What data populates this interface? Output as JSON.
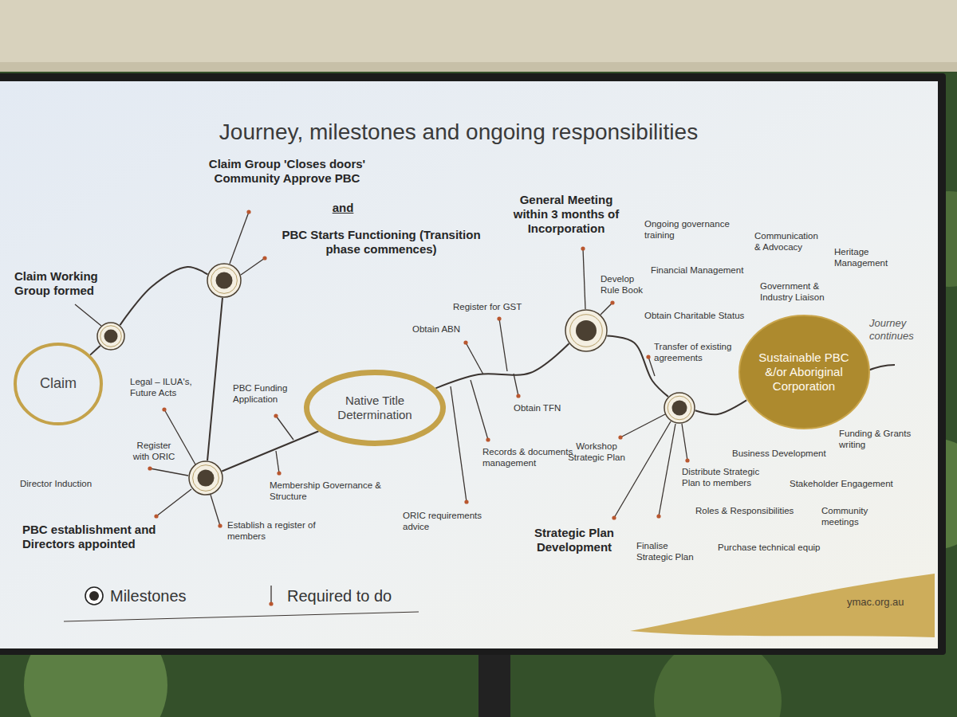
{
  "diagram": {
    "title": "Journey, milestones and ongoing responsibilities",
    "nodes": [
      {
        "text": [
          "Claim"
        ]
      },
      {
        "text": [
          "Claim Working Group formed"
        ]
      },
      {
        "text": [
          "Claim Group 'Closes doors' Community Approve PBC",
          "and",
          "PBC Starts Functioning (Transition phase commences)"
        ]
      },
      {
        "text": [
          "PBC establishment and Directors appointed"
        ]
      },
      {
        "text": [
          "Native Title Determination"
        ]
      },
      {
        "text": [
          "General Meeting within 3 months of Incorporation"
        ]
      },
      {
        "text": [
          "Strategic Plan Development"
        ]
      },
      {
        "text": [
          "Sustainable PBC &/or Aboriginal Corporation"
        ]
      }
    ],
    "edges": [
      {
        "from": 0,
        "to": 1,
        "arrow": "none"
      },
      {
        "from": 1,
        "to": 2,
        "arrow": "none"
      },
      {
        "from": 2,
        "to": 3,
        "arrow": "none"
      },
      {
        "from": 3,
        "to": 4,
        "arrow": "none"
      },
      {
        "from": 4,
        "to": 5,
        "arrow": "none"
      },
      {
        "from": 5,
        "to": 6,
        "arrow": "none"
      },
      {
        "from": 6,
        "to": 7,
        "arrow": "none"
      }
    ],
    "labels": [
      "Legal – ILUA's, Future Acts",
      "PBC Funding Application",
      "Register with ORIC",
      "Director Induction",
      "Membership Governance & Structure",
      "Establish a register of members",
      "Obtain ABN",
      "Register for GST",
      "Obtain TFN",
      "Records & documents management",
      "ORIC requirements advice",
      "Develop Rule Book",
      "Ongoing governance training",
      "Communication & Advocacy",
      "Heritage Management",
      "Financial Management",
      "Government & Industry Liaison",
      "Obtain Charitable Status",
      "Transfer of existing agreements",
      "Workshop Strategic Plan",
      "Distribute Strategic Plan to members",
      "Finalise Strategic Plan",
      "Business Development",
      "Funding & Grants writing",
      "Stakeholder Engagement",
      "Roles & Responsibilities",
      "Community meetings",
      "Purchase technical equip",
      "Journey continues",
      "ymac.org.au"
    ],
    "legend": [
      {
        "text": "Milestones"
      },
      {
        "text": "Required to do"
      }
    ]
  }
}
